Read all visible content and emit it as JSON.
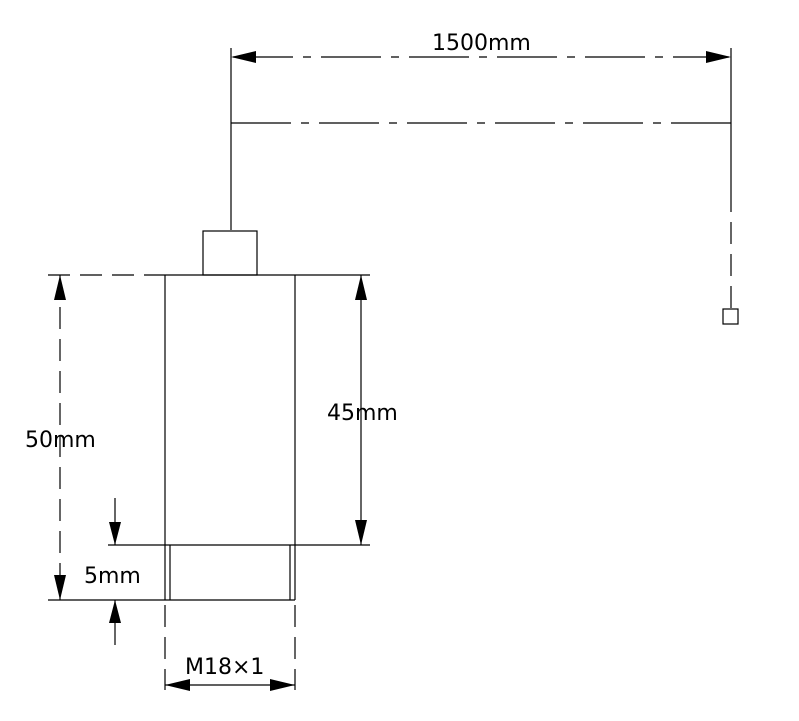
{
  "dimensions": {
    "cable_length": "1500mm",
    "total_height": "50mm",
    "body_height": "45mm",
    "thread_height": "5mm",
    "thread_size": "M18×1"
  },
  "colors": {
    "line": "#000000",
    "background": "#ffffff"
  }
}
